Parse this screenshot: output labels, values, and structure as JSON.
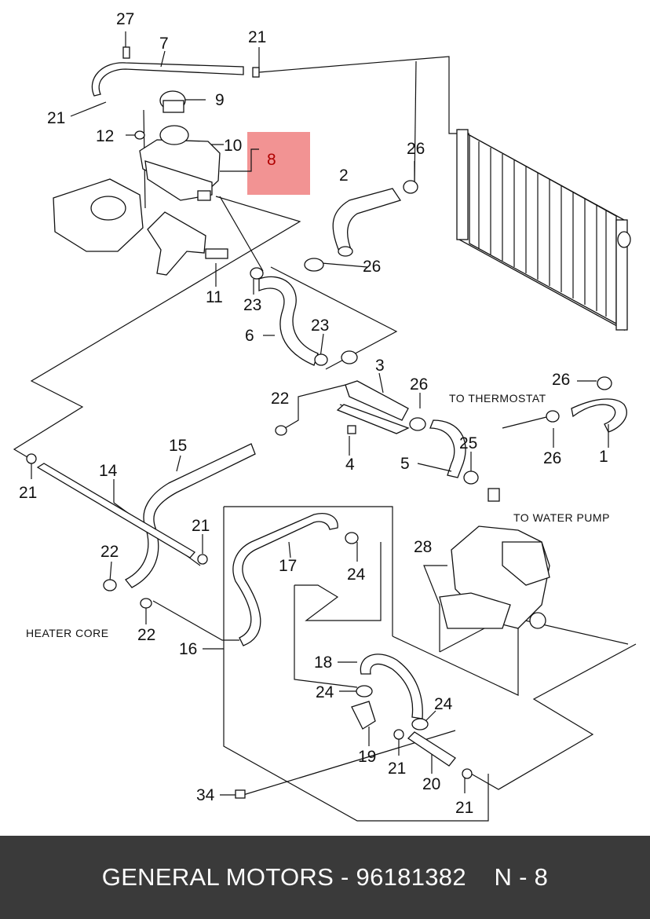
{
  "callouts": [
    "27",
    "7",
    "21",
    "21",
    "9",
    "12",
    "10",
    "8",
    "2",
    "26",
    "26",
    "11",
    "23",
    "6",
    "23",
    "3",
    "26",
    "22",
    "4",
    "5",
    "25",
    "26",
    "26",
    "1",
    "15",
    "14",
    "21",
    "21",
    "28",
    "17",
    "24",
    "22",
    "22",
    "16",
    "18",
    "24",
    "24",
    "19",
    "21",
    "20",
    "34",
    "21"
  ],
  "notes": {
    "to_thermostat": "TO  THERMOSTAT",
    "to_water_pump": "TO  WATER PUMP",
    "heater_core": "HEATER  CORE"
  },
  "highlight": {
    "label": "8",
    "color": "#f08080"
  },
  "footer": {
    "brand": "GENERAL MOTORS",
    "separator1": " - ",
    "part_number": "96181382",
    "gap": "    ",
    "position": "N - 8"
  },
  "colors": {
    "footer_bg": "#3a3a3a",
    "footer_text": "#ffffff",
    "line": "#111111"
  }
}
